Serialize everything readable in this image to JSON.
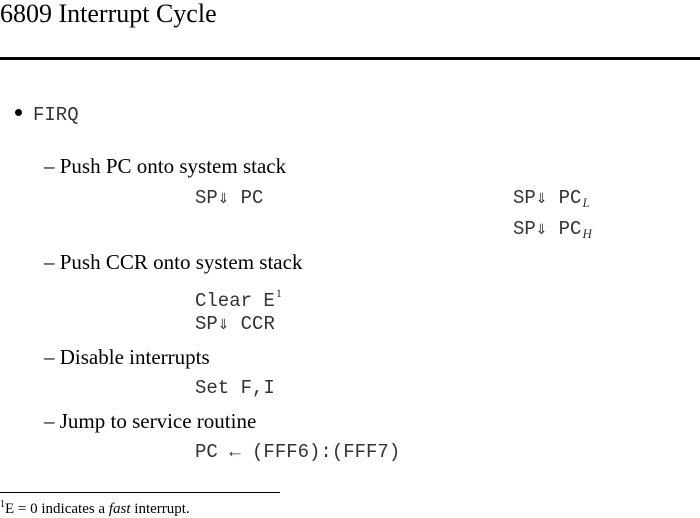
{
  "page": {
    "title": "6809 Interrupt Cycle"
  },
  "main": {
    "bullet_label": "FIRQ",
    "steps": [
      {
        "heading": "– Push PC onto system stack",
        "lines": [
          {
            "text": "SP⇓ PC"
          }
        ],
        "right_lines": [
          {
            "text": "SP⇓ PC",
            "subscript": "L"
          },
          {
            "text": "SP⇓ PC",
            "subscript": "H"
          }
        ]
      },
      {
        "heading": "– Push CCR onto system stack",
        "lines": [
          {
            "text": "Clear E",
            "superscript": "1"
          },
          {
            "text": "SP⇓ CCR"
          }
        ]
      },
      {
        "heading": "– Disable interrupts",
        "lines": [
          {
            "text": "Set F,I"
          }
        ]
      },
      {
        "heading": "– Jump to service routine",
        "lines": [
          {
            "text": "PC ← (FFF6):(FFF7)"
          }
        ]
      }
    ]
  },
  "footnote": {
    "marker": "1",
    "text_before": "E = 0 indicates a ",
    "emphasis": "fast",
    "text_after": " interrupt."
  }
}
